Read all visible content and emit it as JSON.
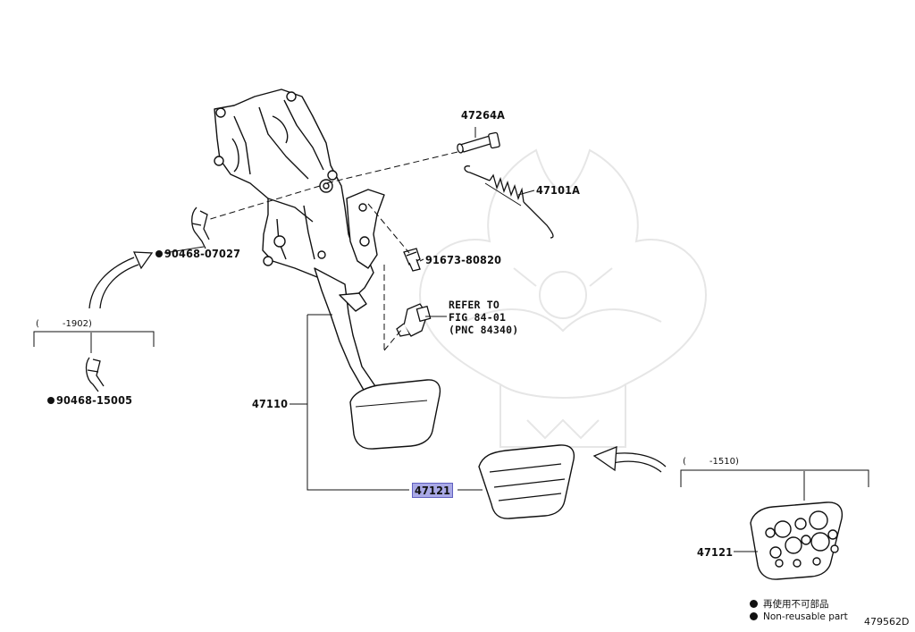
{
  "diagram_id": "479562D",
  "parts": {
    "bolt_pin": "47264A",
    "spring": "47101A",
    "bolt": "91673-80820",
    "clip_upper": "90468-07027",
    "clip_lower": "90468-15005",
    "pedal_assy": "47110",
    "pedal_pad": "47121",
    "pedal_pad_alt": "47121"
  },
  "refer": {
    "line1": "REFER TO",
    "line2": "FIG 84-01",
    "line3": "(PNC 84340)"
  },
  "ranges": {
    "left_open": "(",
    "left_end": "-1902)",
    "right_open": "(",
    "right_end": "-1510)"
  },
  "legend": {
    "jp": "再使用不可部品",
    "en": "Non-reusable part"
  },
  "colors": {
    "highlight": "#a9a9e6",
    "ink": "#111111"
  }
}
